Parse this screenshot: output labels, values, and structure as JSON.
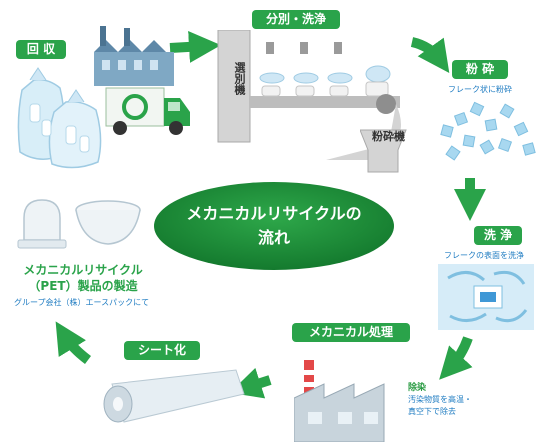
{
  "center": {
    "line1": "メカニカルリサイクルの",
    "line2": "流れ"
  },
  "steps": {
    "collection": {
      "label": "回 収"
    },
    "sorting": {
      "label": "分別・洗浄"
    },
    "crushing": {
      "label": "粉 砕",
      "caption": "フレーク状に粉砕"
    },
    "washing": {
      "label": "洗 浄",
      "caption": "フレークの表面を洗浄"
    },
    "mechanical": {
      "label": "メカニカル処理",
      "sub_title": "除染",
      "sub_line1": "汚染物質を高温・",
      "sub_line2": "真空下で除去"
    },
    "sheet": {
      "label": "シート化"
    },
    "products": {
      "line1": "メカニカルリサイクル",
      "line2": "（PET）製品の製造",
      "caption": "グループ会社（株）エースパックにて"
    }
  },
  "machines": {
    "sorter": "選別機",
    "crusher": "粉砕機"
  },
  "colors": {
    "green": "#2aa34a",
    "dark_green": "#1e7a34",
    "blue": "#1f7cc2",
    "light_blue": "#a8d8f0"
  }
}
